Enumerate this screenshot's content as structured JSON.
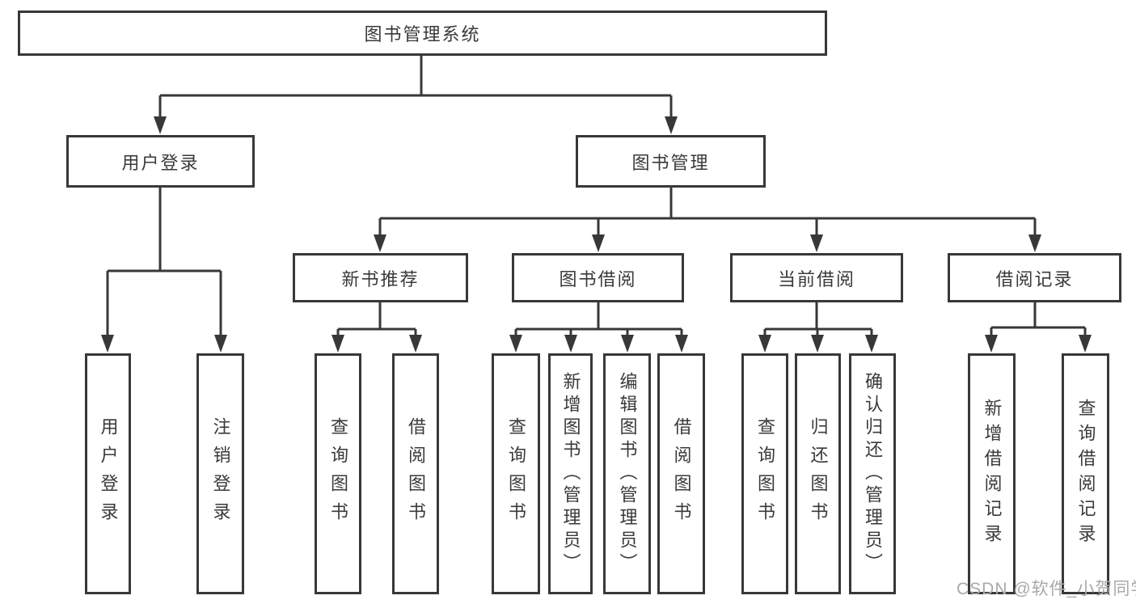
{
  "tree": {
    "label": "图书管理系统",
    "children": [
      {
        "label": "用户登录",
        "children": [
          {
            "label": "用户登录"
          },
          {
            "label": "注销登录"
          }
        ]
      },
      {
        "label": "图书管理",
        "children": [
          {
            "label": "新书推荐",
            "children": [
              {
                "label": "查询图书"
              },
              {
                "label": "借阅图书"
              }
            ]
          },
          {
            "label": "图书借阅",
            "children": [
              {
                "label": "查询图书"
              },
              {
                "label": "新增图书（管理员）"
              },
              {
                "label": "编辑图书（管理员）"
              },
              {
                "label": "借阅图书"
              }
            ]
          },
          {
            "label": "当前借阅",
            "children": [
              {
                "label": "查询图书"
              },
              {
                "label": "归还图书"
              },
              {
                "label": "确认归还（管理员）"
              }
            ]
          },
          {
            "label": "借阅记录",
            "children": [
              {
                "label": "新增借阅记录"
              },
              {
                "label": "查询借阅记录"
              }
            ]
          }
        ]
      }
    ]
  },
  "watermark": "CSDN @软件_小贺同学",
  "colors": {
    "line": "#38383a",
    "text": "#3a3a3c",
    "watermark": "#a9a9a9",
    "background": "#ffffff"
  }
}
